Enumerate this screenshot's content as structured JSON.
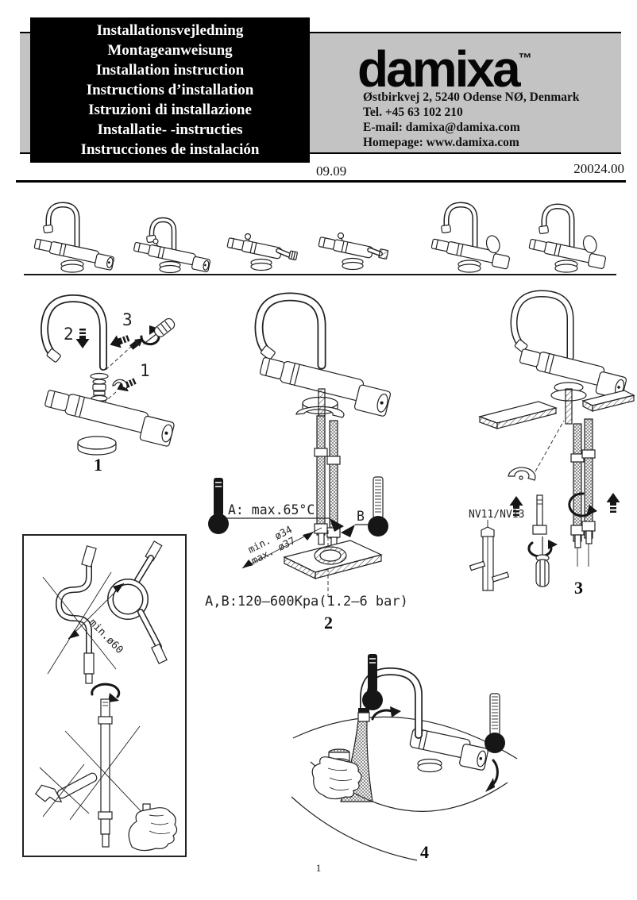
{
  "colors": {
    "band": "#c3c3c3",
    "ink": "#111111",
    "paper": "#ffffff"
  },
  "header": {
    "languages": [
      "Installationsvejledning",
      "Montageanweisung",
      "Installation instruction",
      "Instructions d’installation",
      "Istruzioni di installazione",
      "Installatie- -instructies",
      "Instrucciones de instalación"
    ],
    "brand": "damixa",
    "trademark": "™",
    "address": [
      "Østbirkvej 2, 5240 Odense NØ, Denmark",
      "Tel. +45 63 102 210",
      "E-mail: damixa@damixa.com",
      "Homepage: www.damixa.com"
    ],
    "date": "09.09",
    "doc_number": "20024.00"
  },
  "steps": {
    "step1": {
      "label": "1",
      "callout_clip": "1",
      "callout_spout": "2",
      "callout_screw": "3"
    },
    "step2": {
      "label": "2",
      "hot_limit": "A:  max.65°C",
      "cold_label": "B",
      "hole_min": "min. ø34",
      "hole_max": "max. ø37",
      "pressure": "A,B:120–600Kpa(1.2–6  bar)"
    },
    "step3": {
      "label": "3",
      "tool_size": "NV11/NV13"
    },
    "step4": {
      "label": "4"
    },
    "hose_rules": {
      "min_bend": "min.ø60"
    }
  },
  "footer": {
    "page_number": "1"
  }
}
